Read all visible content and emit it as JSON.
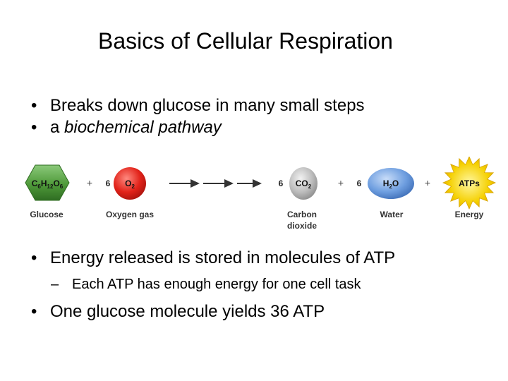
{
  "slide": {
    "title": "Basics of Cellular Respiration",
    "bullets_top": [
      {
        "text": "Breaks down glucose in many small steps"
      },
      {
        "prefix": "a ",
        "emphasis": "biochemical pathway"
      }
    ],
    "equation": {
      "glucose": {
        "formula": [
          "C",
          "6",
          "H",
          "12",
          "O",
          "6"
        ],
        "label": "Glucose"
      },
      "plus_1": "+",
      "oxygen": {
        "coefficient": "6",
        "formula": [
          "O",
          "2"
        ],
        "label": "Oxygen gas"
      },
      "carbon_dioxide": {
        "coefficient": "6",
        "formula": [
          "CO",
          "2"
        ],
        "label_line1": "Carbon",
        "label_line2": "dioxide"
      },
      "plus_2": "+",
      "water": {
        "coefficient": "6",
        "formula": [
          "H",
          "2",
          "O"
        ],
        "label": "Water"
      },
      "plus_3": "+",
      "energy": {
        "badge": "ATPs",
        "label": "Energy"
      }
    },
    "bullets_bottom": [
      {
        "text": "Energy released is stored in molecules of ATP",
        "sub": "Each ATP has enough energy for one cell task"
      },
      {
        "text": "One glucose molecule yields 36 ATP"
      }
    ]
  },
  "colors": {
    "glucose_fill": "#4f9a3a",
    "oxygen_fill": "#e2231a",
    "co2_fill": "#b9b9b9",
    "water_fill": "#6f9fe0",
    "energy_fill": "#f5d000"
  }
}
